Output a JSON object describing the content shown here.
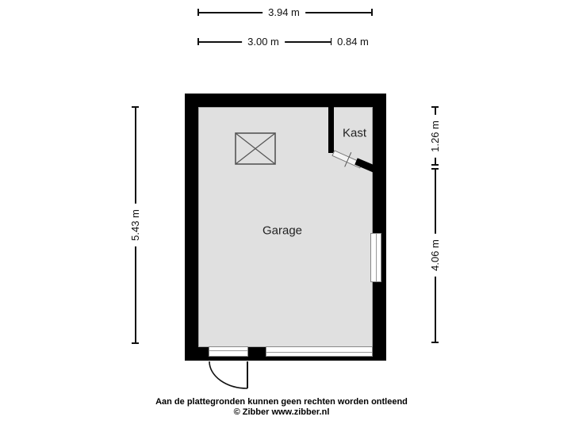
{
  "floorplan": {
    "wall_color": "#000000",
    "floor_color": "#e0e0e0",
    "rooms": [
      {
        "name": "Garage"
      },
      {
        "name": "Kast"
      }
    ]
  },
  "dimensions": {
    "width_total": "3.94 m",
    "width_garage": "3.00 m",
    "width_kast": "0.84 m",
    "height_total": "5.43 m",
    "height_kast": "1.26 m",
    "height_lower": "4.06 m"
  },
  "footer": {
    "disclaimer": "Aan de plattegronden kunnen geen rechten worden ontleend",
    "copyright": "© Zibber www.zibber.nl"
  }
}
